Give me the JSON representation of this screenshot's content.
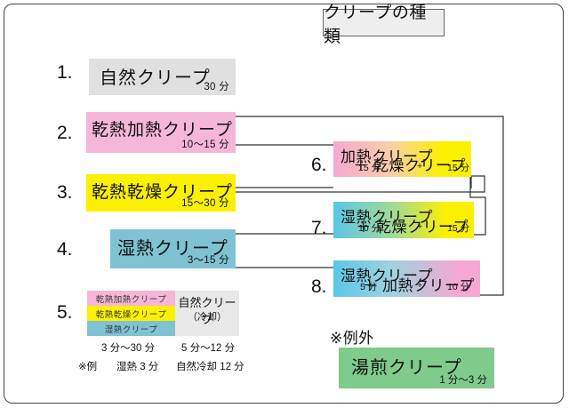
{
  "title": "クリープの種類",
  "left_items": [
    {
      "number": "1.",
      "label": "自然クリープ",
      "duration": "30 分",
      "color": "#e0e0e0"
    },
    {
      "number": "2.",
      "label": "乾熱加熱クリープ",
      "duration": "10〜15 分",
      "color": "#f5b6d8"
    },
    {
      "number": "3.",
      "label": "乾熱乾燥クリープ",
      "duration": "15〜30 分",
      "color": "#fbf000"
    },
    {
      "number": "4.",
      "label": "湿熱クリープ",
      "duration": "3〜15 分",
      "color": "#7ec2d4"
    }
  ],
  "item5": {
    "number": "5.",
    "segments": [
      {
        "label": "乾熱加熱クリープ",
        "color": "#f5b6d8"
      },
      {
        "label": "乾熱乾燥クリープ",
        "color": "#fbf000"
      },
      {
        "label": "湿熱クリープ",
        "color": "#7ec2d4"
      }
    ],
    "cooling": {
      "line1": "自然クリープ",
      "line2": "（冷却）"
    },
    "duration_left": "3 分〜30 分",
    "duration_right": "5 分〜12 分",
    "example_label": "※例",
    "example_left": "湿熱 3 分",
    "example_right": "自然冷却 12 分"
  },
  "right_items": [
    {
      "number": "6.",
      "line1": "加熱クリープ",
      "line2": "＋ 乾燥クリープ",
      "time1": "15 分",
      "plus": "+",
      "time2": "15 分",
      "gradient_from": "#f5a8d2",
      "gradient_to": "#fbf000"
    },
    {
      "number": "7.",
      "line1": "湿熱クリープ",
      "line2": "＋ 乾燥クリープ",
      "time1": "10 分",
      "plus": "+",
      "time2": "15 分",
      "gradient_from": "#5bc6e8",
      "gradient_to": "#fbf000"
    },
    {
      "number": "8.",
      "line1": "湿熱クリープ",
      "line2": "＋ 加熱クリープ",
      "time1": "5 分",
      "plus": "+",
      "time2": "10 分",
      "gradient_from": "#5bc6e8",
      "gradient_to": "#f5a8d2"
    }
  ],
  "exception": {
    "heading": "※例外",
    "label": "湯煎クリープ",
    "duration": "1 分〜3 分",
    "color": "#7fcb8c"
  }
}
